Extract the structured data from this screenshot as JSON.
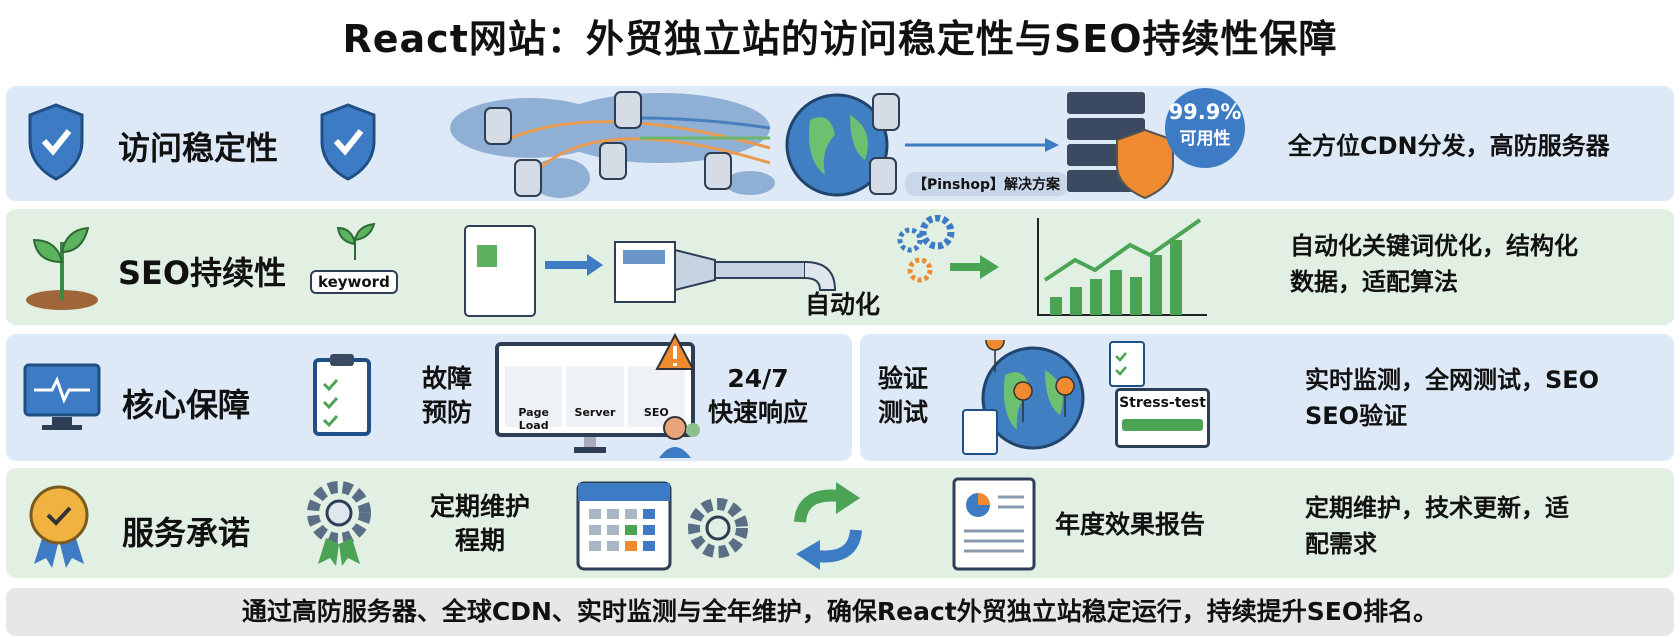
{
  "title": "React网站：外贸独立站的访问稳定性与SEO持续性保障",
  "rows": [
    {
      "label": "访问稳定性",
      "badge": "99.9%",
      "badge_sub": "可用性",
      "tag": "【Pinshop】解决方案",
      "desc": "全方位CDN分发，高防服务器",
      "color": "#dde9f6"
    },
    {
      "label": "SEO持续性",
      "keyword": "keyword",
      "auto": "自动化",
      "desc_line1": "自动化关键词优化，结构化",
      "desc_line2": "数据，适配算法",
      "color": "#e1f0e3"
    },
    {
      "label": "核心保障",
      "prevent_1": "故障",
      "prevent_2": "预防",
      "screen_items": [
        "Page Load",
        "Server",
        "SEO"
      ],
      "response_1": "24/7",
      "response_2": "快速响应",
      "verify_1": "验证",
      "verify_2": "测试",
      "stress": "Stress-test",
      "desc_line1": "实时监测，全网测试，SEO",
      "desc_line2": "SEO验证",
      "color": "#dde9f6"
    },
    {
      "label": "服务承诺",
      "maint_1": "定期维护",
      "maint_2": "程期",
      "report": "年度效果报告",
      "desc_line1": "定期维护，技术更新，适",
      "desc_line2": "配需求",
      "color": "#e1f0e3"
    }
  ],
  "footer": "通过高防服务器、全球CDN、实时监测与全年维护，确保React外贸独立站稳定运行，持续提升SEO排名。"
}
